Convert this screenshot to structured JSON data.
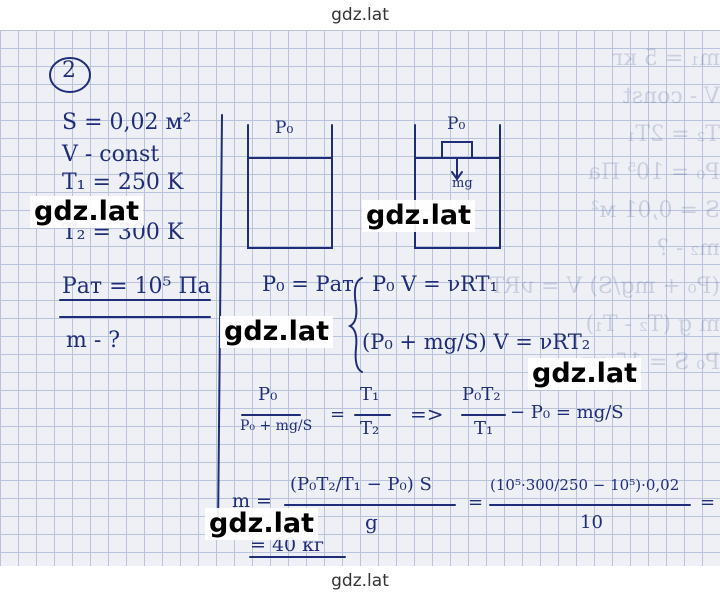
{
  "watermark": {
    "header": "gdz.lat",
    "footer": "gdz.lat",
    "overlays": [
      "gdz.lat",
      "gdz.lat",
      "gdz.lat",
      "gdz.lat",
      "gdz.lat"
    ]
  },
  "solution": {
    "problem_number": "2",
    "given": {
      "area": "S = 0,02 м²",
      "volume": "V - const",
      "t1": "T₁ = 250 K",
      "t2": "T₂ = 300 K",
      "p_atm": "Pат = 10⁵ Па",
      "find": "m - ?"
    },
    "diagram": {
      "left_label": "P₀",
      "right_label": "P₀",
      "force_label": "mg"
    },
    "equations": {
      "relation": "P₀ = Pат",
      "eq1": "P₀ V = νRT₁",
      "eq2": "(P₀ + mg/S) V = νRT₂",
      "ratio_lhs_num": "P₀",
      "ratio_lhs_den": "P₀ + mg/S",
      "ratio_rhs_num": "T₁",
      "ratio_rhs_den": "T₂",
      "implies": "=>",
      "result_num": "P₀T₂",
      "result_den": "T₁",
      "result_tail": "− P₀ = mg/S",
      "final_prefix": "m =",
      "final_num": "(P₀T₂/T₁ − P₀) S",
      "final_den": "g",
      "numeric_num": "(10⁵·300/250 − 10⁵)·0,02",
      "numeric_den": "10",
      "answer": "= 40 кг"
    }
  },
  "ghost_text": [
    "m₁ = 5 кг",
    "V - const",
    "T₂ = 2T₁",
    "P₀ = 10⁵ Па",
    "S = 0,01 м²",
    "m₂ - ?",
    "(P₀ + mg/S) V = νRT",
    "m g (T₂ - T₁)",
    "P₀ S = 15 кг"
  ]
}
